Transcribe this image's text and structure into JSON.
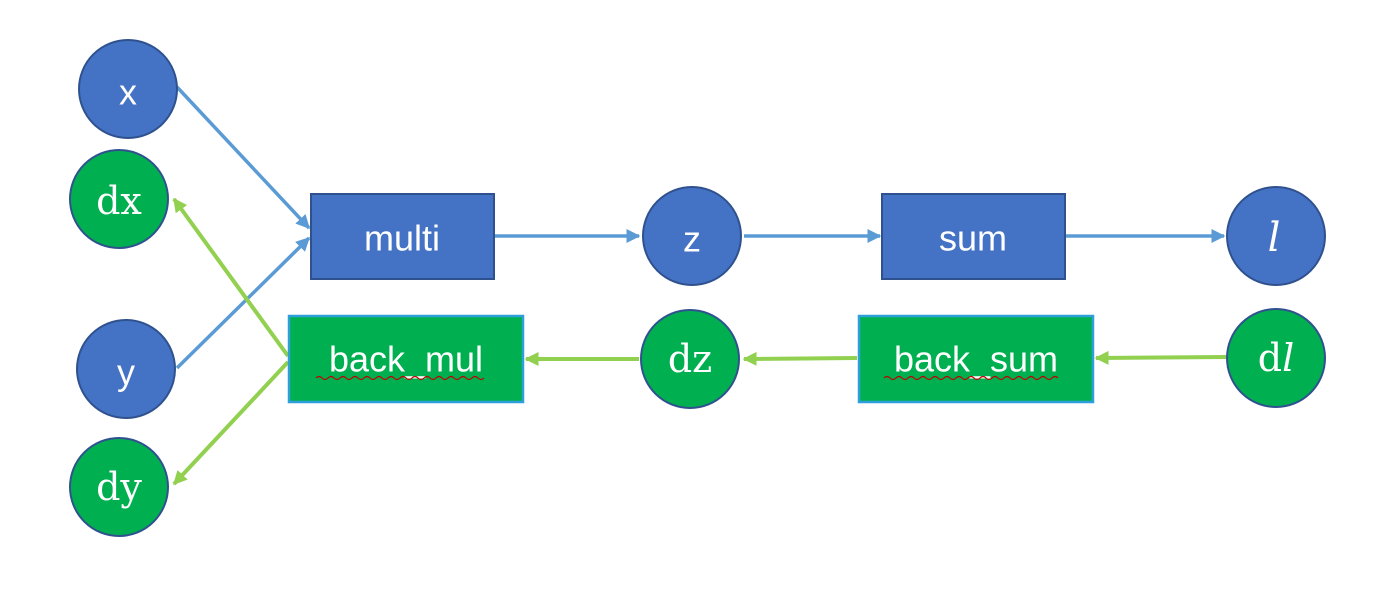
{
  "diagram": {
    "type": "computation-graph",
    "colors": {
      "forward_fill": "#4472C4",
      "forward_border": "#2F528F",
      "forward_edge": "#5B9BD5",
      "backward_fill": "#00B050",
      "backward_box_border": "#2E9FD8",
      "backward_edge": "#92D050",
      "label": "#FFFFFF"
    },
    "nodes": {
      "x": {
        "label": "x"
      },
      "y": {
        "label": "y"
      },
      "dx": {
        "label": "dx"
      },
      "dy": {
        "label": "dy"
      },
      "multi": {
        "label": "multi"
      },
      "z": {
        "label": "z"
      },
      "sum": {
        "label": "sum"
      },
      "l": {
        "label": "l"
      },
      "back_mul": {
        "label": "back_mul"
      },
      "dz": {
        "label": "dz"
      },
      "back_sum": {
        "label": "back_sum"
      },
      "dl": {
        "label_prefix": "d",
        "label_var": "l"
      }
    },
    "edges": [
      {
        "from": "x",
        "to": "multi",
        "direction": "forward"
      },
      {
        "from": "y",
        "to": "multi",
        "direction": "forward"
      },
      {
        "from": "multi",
        "to": "z",
        "direction": "forward"
      },
      {
        "from": "z",
        "to": "sum",
        "direction": "forward"
      },
      {
        "from": "sum",
        "to": "l",
        "direction": "forward"
      },
      {
        "from": "dl",
        "to": "back_sum",
        "direction": "backward"
      },
      {
        "from": "back_sum",
        "to": "dz",
        "direction": "backward"
      },
      {
        "from": "dz",
        "to": "back_mul",
        "direction": "backward"
      },
      {
        "from": "back_mul",
        "to": "dx",
        "direction": "backward"
      },
      {
        "from": "back_mul",
        "to": "dy",
        "direction": "backward"
      }
    ]
  }
}
